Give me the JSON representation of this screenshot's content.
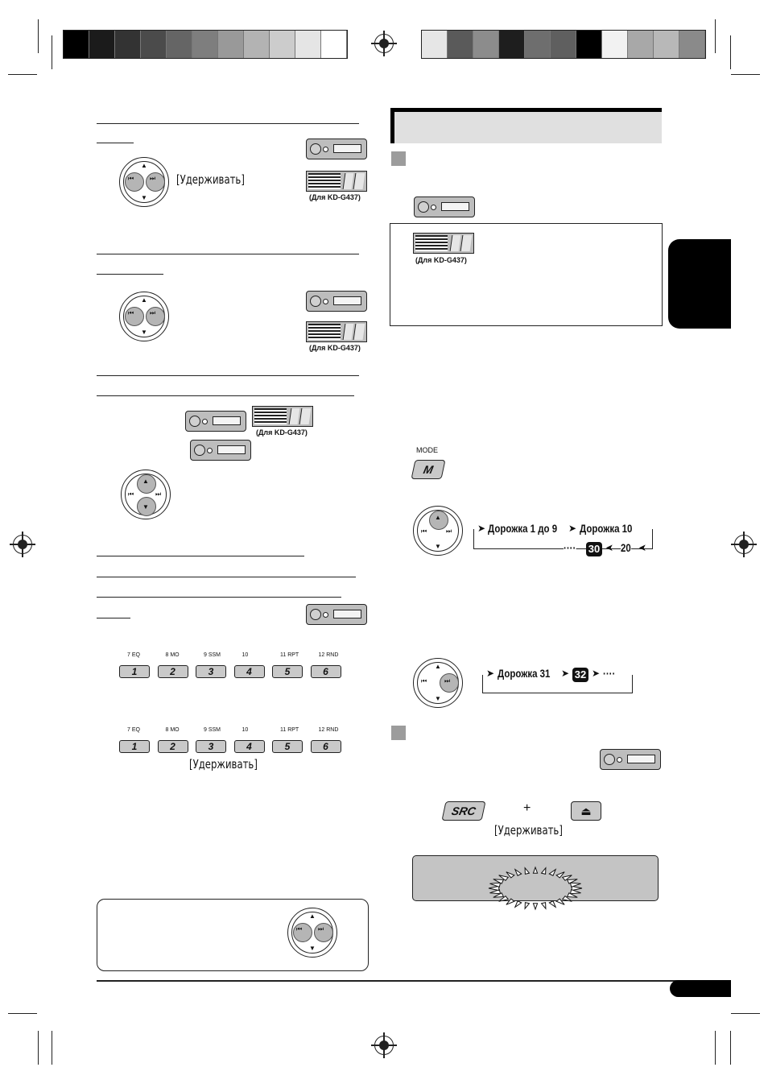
{
  "labels": {
    "hold": "[Удерживать]",
    "for_model": "(Для KD-G437)",
    "mode": "MODE",
    "mode_key": "M",
    "src_key": "SRC",
    "plus": "+"
  },
  "number_buttons": [
    {
      "top": "7  EQ",
      "key": "1"
    },
    {
      "top": "8  MO",
      "key": "2"
    },
    {
      "top": "9  SSM",
      "key": "3"
    },
    {
      "top": "10",
      "key": "4"
    },
    {
      "top": "11  RPT",
      "key": "5"
    },
    {
      "top": "12  RND",
      "key": "6"
    }
  ],
  "track_sequence_1": {
    "a": "Дорожка 1 до 9",
    "b": "Дорожка 10",
    "c": "20",
    "d": "30",
    "dots": "····"
  },
  "track_sequence_2": {
    "a": "Дорожка 31",
    "b": "32",
    "dots": "····"
  },
  "swatches_left": [
    "#000000",
    "#1b1b1b",
    "#333333",
    "#4b4b4b",
    "#656565",
    "#7e7e7e",
    "#999999",
    "#b3b3b3",
    "#cccccc",
    "#e5e5e5",
    "#ffffff"
  ],
  "swatches_right": [
    "#e6e6e6",
    "#5a5a5a",
    "#8c8c8c",
    "#1e1e1e",
    "#6e6e6e",
    "#5f5f5f",
    "#000000",
    "#f2f2f2",
    "#a8a8a8",
    "#b8b8b8",
    "#8a8a8a"
  ]
}
